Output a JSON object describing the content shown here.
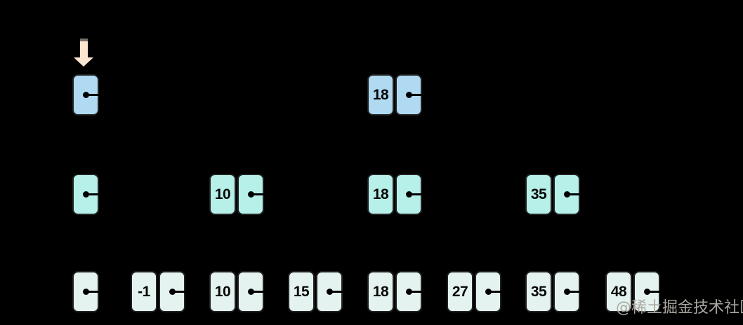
{
  "diagram": {
    "type": "skip-list",
    "levels": [
      {
        "nodes": [
          {
            "kind": "head",
            "value": ""
          },
          {
            "kind": "data",
            "value": "18"
          }
        ]
      },
      {
        "nodes": [
          {
            "kind": "head",
            "value": ""
          },
          {
            "kind": "data",
            "value": "10"
          },
          {
            "kind": "data",
            "value": "18"
          },
          {
            "kind": "data",
            "value": "35"
          }
        ]
      },
      {
        "nodes": [
          {
            "kind": "head",
            "value": ""
          },
          {
            "kind": "data",
            "value": "-1"
          },
          {
            "kind": "data",
            "value": "10"
          },
          {
            "kind": "data",
            "value": "15"
          },
          {
            "kind": "data",
            "value": "18"
          },
          {
            "kind": "data",
            "value": "27"
          },
          {
            "kind": "data",
            "value": "35"
          },
          {
            "kind": "data",
            "value": "48"
          }
        ]
      }
    ]
  },
  "watermark": {
    "text": "@稀土掘金技术社区"
  },
  "colors": {
    "background": "#000000",
    "level2_fill": "#b0d9f2",
    "level1_fill": "#b6f0e9",
    "level0_fill": "#e4f3ef",
    "box_border": "#222222",
    "pointer_ink": "#000000",
    "arrow_fill": "#fbe6d2",
    "watermark_ink": "#aba8a2"
  }
}
